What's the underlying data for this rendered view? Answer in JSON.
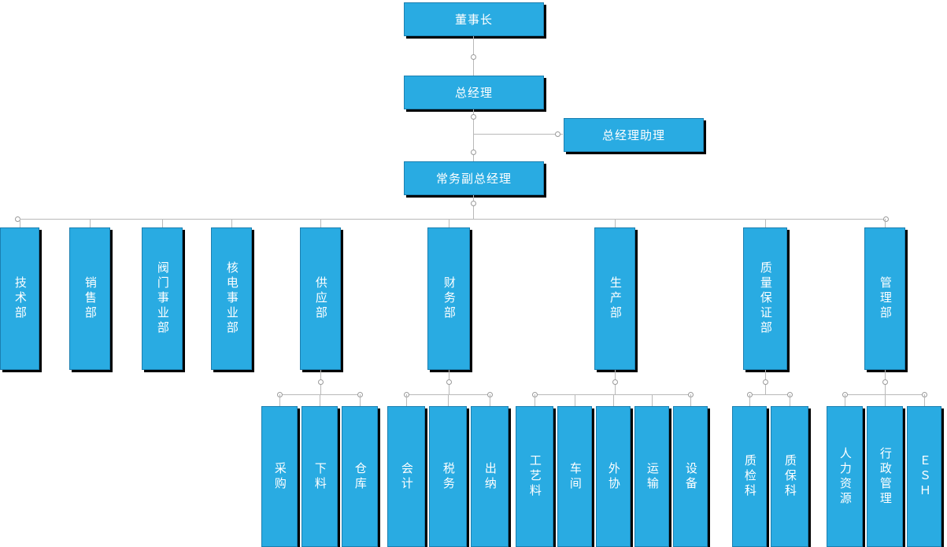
{
  "diagram": {
    "type": "org-chart",
    "title": "",
    "colors": {
      "node_fill": "#29ABE2",
      "node_border": "#1b7fb0",
      "node_text": "#ffffff",
      "line": "#b9b9b9",
      "shadow": "#000000",
      "background": "#ffffff"
    },
    "top": [
      {
        "id": "chairman",
        "label": "董事长"
      },
      {
        "id": "general-manager",
        "label": "总经理"
      },
      {
        "id": "gm-assistant",
        "label": "总经理助理"
      },
      {
        "id": "executive-deputy-gm",
        "label": "常务副总经理"
      }
    ],
    "departments": [
      {
        "id": "tech",
        "label": "技术部",
        "children": []
      },
      {
        "id": "sales",
        "label": "销售部",
        "children": []
      },
      {
        "id": "valve-division",
        "label": "阀门事业部",
        "children": []
      },
      {
        "id": "nuclear-division",
        "label": "核电事业部",
        "children": []
      },
      {
        "id": "supply",
        "label": "供应部",
        "children": [
          {
            "id": "purchase",
            "label": "采购"
          },
          {
            "id": "blanking",
            "label": "下料"
          },
          {
            "id": "warehouse",
            "label": "仓库"
          }
        ]
      },
      {
        "id": "finance",
        "label": "财务部",
        "children": [
          {
            "id": "accounting",
            "label": "会计"
          },
          {
            "id": "tax",
            "label": "税务"
          },
          {
            "id": "cashier",
            "label": "出纳"
          }
        ]
      },
      {
        "id": "production",
        "label": "生产部",
        "children": [
          {
            "id": "process",
            "label": "工艺料"
          },
          {
            "id": "workshop",
            "label": "车间"
          },
          {
            "id": "outsourcing",
            "label": "外协"
          },
          {
            "id": "transport",
            "label": "运输"
          },
          {
            "id": "equipment",
            "label": "设备"
          }
        ]
      },
      {
        "id": "quality-assurance",
        "label": "质量保证部",
        "children": [
          {
            "id": "inspection",
            "label": "质检科"
          },
          {
            "id": "quality-guarantee",
            "label": "质保科"
          }
        ]
      },
      {
        "id": "management",
        "label": "管理部",
        "children": [
          {
            "id": "hr",
            "label": "人力资源"
          },
          {
            "id": "admin",
            "label": "行政管理"
          },
          {
            "id": "esh",
            "label": "ＥＳＨ"
          }
        ]
      }
    ]
  }
}
